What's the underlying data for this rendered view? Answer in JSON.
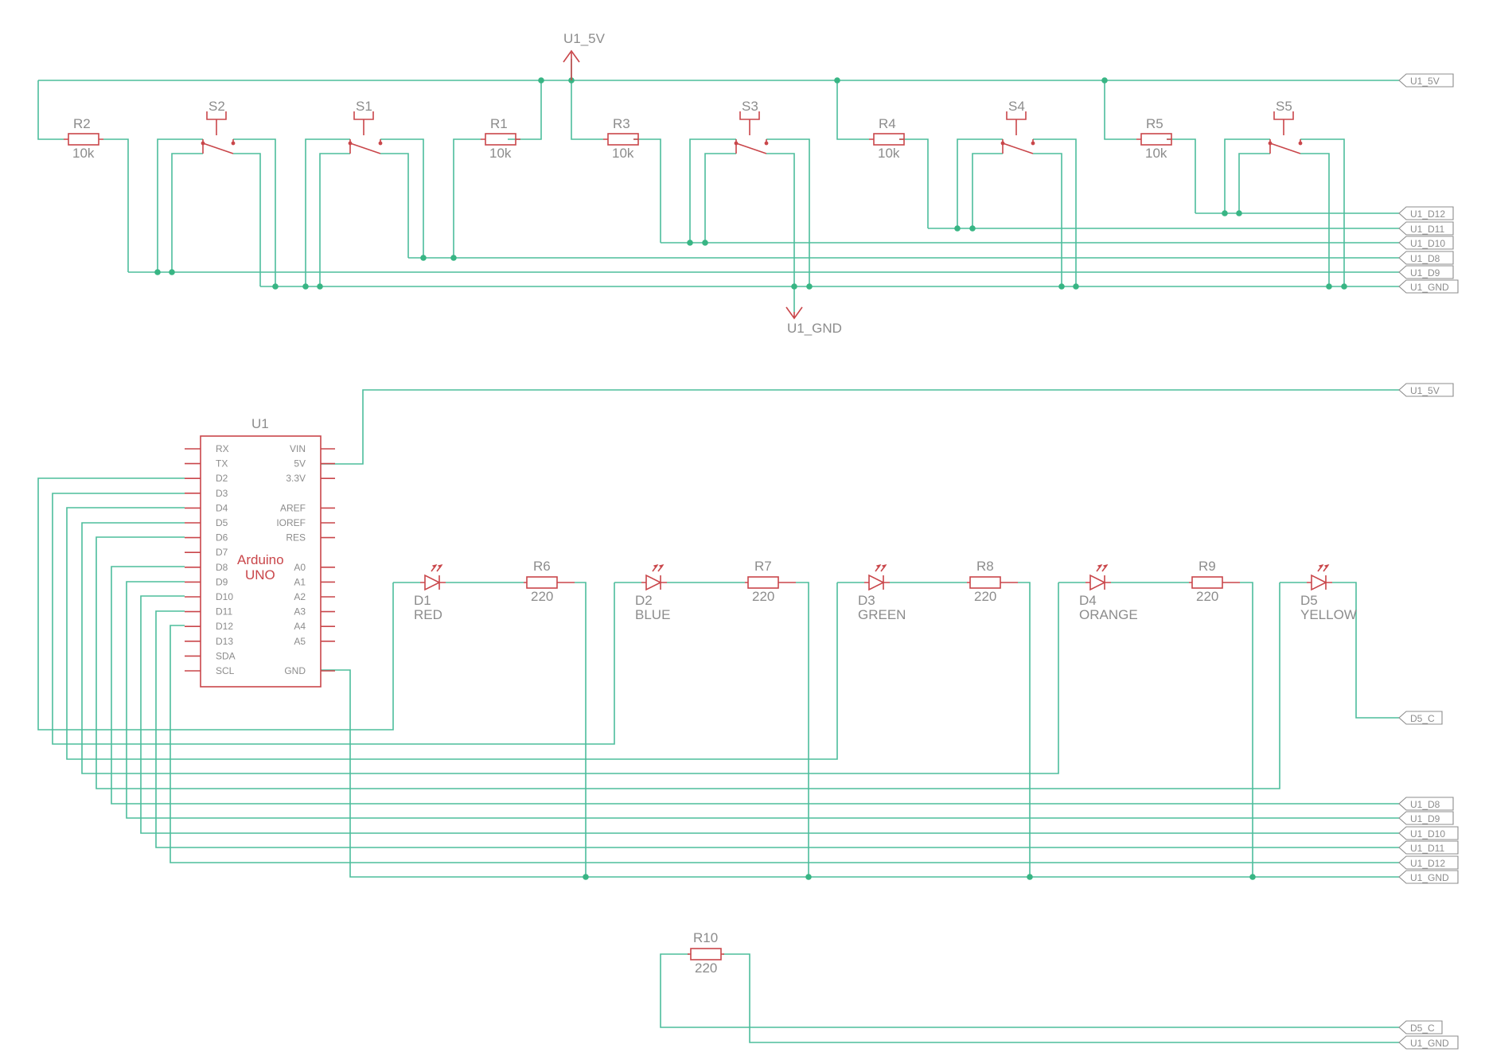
{
  "power": {
    "vcc": "U1_5V",
    "gnd": "U1_GND"
  },
  "top": {
    "resistors": [
      {
        "name": "R2",
        "value": "10k"
      },
      {
        "name": "R1",
        "value": "10k"
      },
      {
        "name": "R3",
        "value": "10k"
      },
      {
        "name": "R4",
        "value": "10k"
      },
      {
        "name": "R5",
        "value": "10k"
      }
    ],
    "switches": [
      "S2",
      "S1",
      "S3",
      "S4",
      "S5"
    ],
    "ports": [
      "U1_5V",
      "U1_D12",
      "U1_D11",
      "U1_D10",
      "U1_D8",
      "U1_D9",
      "U1_GND"
    ]
  },
  "mcu": {
    "ref": "U1",
    "name_line1": "Arduino",
    "name_line2": "UNO",
    "left_pins": [
      "RX",
      "TX",
      "D2",
      "D3",
      "D4",
      "D5",
      "D6",
      "D7",
      "D8",
      "D9",
      "D10",
      "D11",
      "D12",
      "D13",
      "SDA",
      "SCL"
    ],
    "right_pins": [
      "VIN",
      "5V",
      "3.3V",
      "",
      "AREF",
      "IOREF",
      "RES",
      "",
      "A0",
      "A1",
      "A2",
      "A3",
      "A4",
      "A5",
      "",
      "GND"
    ]
  },
  "leds": [
    {
      "name": "D1",
      "color": "RED"
    },
    {
      "name": "D2",
      "color": "BLUE"
    },
    {
      "name": "D3",
      "color": "GREEN"
    },
    {
      "name": "D4",
      "color": "ORANGE"
    },
    {
      "name": "D5",
      "color": "YELLOW"
    }
  ],
  "led_resistors": [
    {
      "name": "R6",
      "value": "220"
    },
    {
      "name": "R7",
      "value": "220"
    },
    {
      "name": "R8",
      "value": "220"
    },
    {
      "name": "R9",
      "value": "220"
    }
  ],
  "mid_ports": [
    "U1_5V",
    "D5_C",
    "U1_D8",
    "U1_D9",
    "U1_D10",
    "U1_D11",
    "U1_D12",
    "U1_GND"
  ],
  "bottom": {
    "resistor": {
      "name": "R10",
      "value": "220"
    },
    "ports": [
      "D5_C",
      "U1_GND"
    ]
  },
  "colors": {
    "wire": "#4dbd9c",
    "part": "#c9464a",
    "junction": "#38b584",
    "text": "#8c8c8c"
  }
}
